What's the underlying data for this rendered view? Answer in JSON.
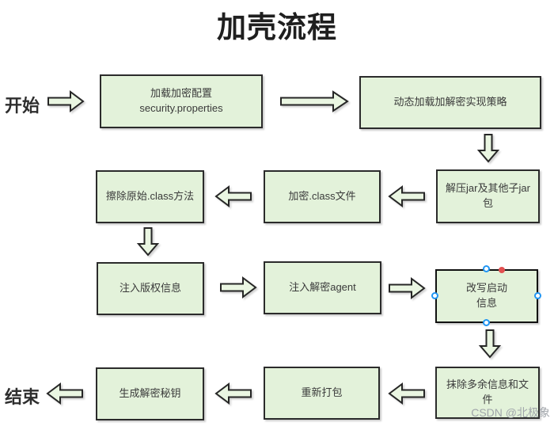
{
  "title": "加壳流程",
  "start_label": "开始",
  "end_label": "结束",
  "watermark": "CSDN @北极象",
  "colors": {
    "box_fill": "#e3f2da",
    "box_border": "#2b2b2b",
    "arrow_fill": "#eaf6e2",
    "selection_handle_blue": "#2196f3",
    "selection_point_red": "#e25050"
  },
  "nodes": [
    {
      "id": "load-config",
      "label": "加载加密配置\nsecurity.properties"
    },
    {
      "id": "dynamic-load-strategy",
      "label": "动态加载加解密实现策略"
    },
    {
      "id": "unzip-jar",
      "label": "解压jar及其他子jar\n包"
    },
    {
      "id": "encrypt-class",
      "label": "加密.class文件"
    },
    {
      "id": "erase-original-class",
      "label": "擦除原始.class方法"
    },
    {
      "id": "inject-copyright",
      "label": "注入版权信息"
    },
    {
      "id": "inject-decrypt-agent",
      "label": "注入解密agent"
    },
    {
      "id": "rewrite-startup-info",
      "label": "改写启动\n信息"
    },
    {
      "id": "erase-extra-info",
      "label": "抹除多余信息和文\n件"
    },
    {
      "id": "repack",
      "label": "重新打包"
    },
    {
      "id": "generate-decrypt-key",
      "label": "生成解密秘钥"
    }
  ]
}
